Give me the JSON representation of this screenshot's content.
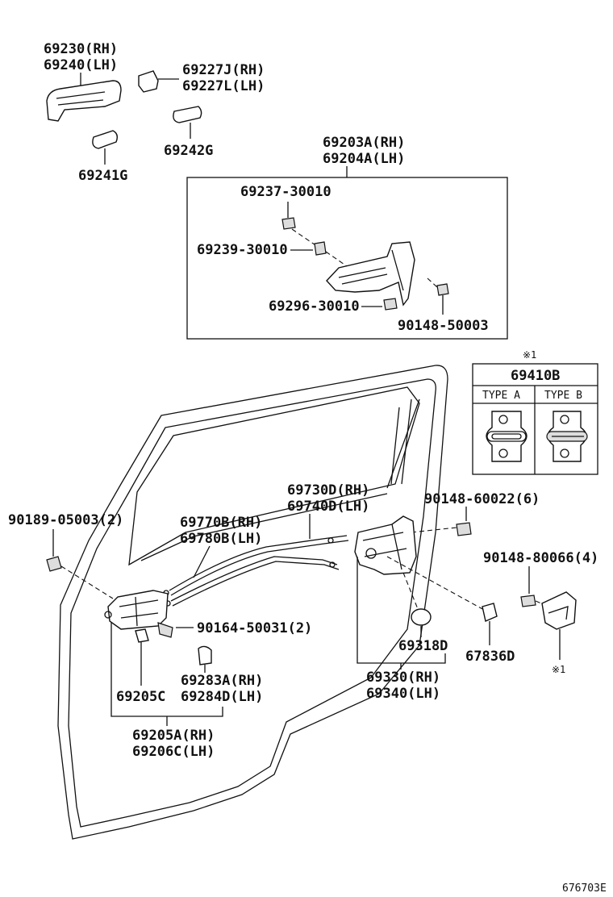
{
  "labels": {
    "handle_outer_rh": "69230(RH)",
    "handle_outer_lh": "69240(LH)",
    "cap_rh": "69227J(RH)",
    "cap_lh": "69227L(LH)",
    "pad_242": "69242G",
    "pad_241": "69241G",
    "frame_rh": "69203A(RH)",
    "frame_lh": "69204A(LH)",
    "part_237": "69237-30010",
    "part_239": "69239-30010",
    "part_296": "69296-30010",
    "screw_003": "90148-50003",
    "striker_note": "※1",
    "striker_title": "69410B",
    "striker_type_a": "TYPE A",
    "striker_type_b": "TYPE B",
    "cable_rod_rh": "69730D(RH)",
    "cable_rod_lh": "69740D(LH)",
    "screw_022": "90148-60022(6)",
    "clip_003": "90189-05003(2)",
    "cable_rh": "69770B(RH)",
    "cable_lh": "69780B(LH)",
    "screw_066": "90148-80066(4)",
    "screw_031": "90164-50031(2)",
    "plug_318": "69318D",
    "cushion_836": "67836D",
    "striker_ref": "※1",
    "cover_rh": "69283A(RH)",
    "cover_lh": "69284D(LH)",
    "bezel": "69205C",
    "lock_rh": "69330(RH)",
    "lock_lh": "69340(LH)",
    "inner_rh": "69205A(RH)",
    "inner_lh": "69206C(LH)",
    "figure_code": "676703E"
  }
}
